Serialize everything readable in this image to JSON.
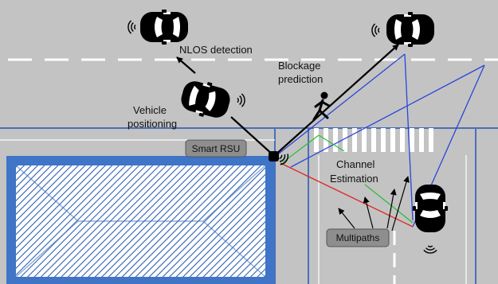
{
  "labels": {
    "nlos_detection": "NLOS detection",
    "blockage_prediction_line1": "Blockage",
    "blockage_prediction_line2": "prediction",
    "vehicle_positioning_line1": "Vehicle",
    "vehicle_positioning_line2": "positioning",
    "smart_rsu": "Smart RSU",
    "channel_estimation_line1": "Channel",
    "channel_estimation_line2": "Estimation",
    "multipaths": "Multipaths"
  },
  "colors": {
    "road": "#c3c3c3",
    "building": "#3f74c7",
    "curb_line": "#4a6fb5",
    "lane_dash": "#ffffff",
    "vehicle_body": "#000000",
    "vehicle_glass": "#ffffff",
    "link_line": "#000000",
    "path_blue": "#2a46d8",
    "path_green": "#2bbf3a",
    "path_red": "#e22222",
    "tag_fill": "#8e8e8e"
  },
  "icons": [
    "car-icon",
    "signal-icon",
    "pedestrian-icon",
    "rsu-icon",
    "building-icon"
  ]
}
